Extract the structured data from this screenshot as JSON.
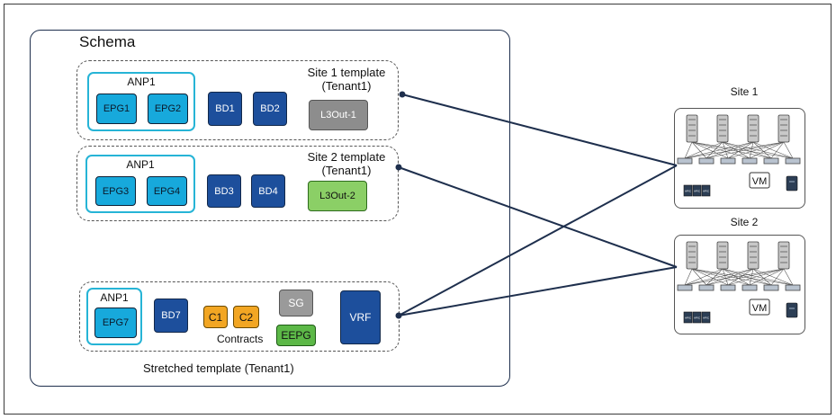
{
  "schema": {
    "title": "Schema",
    "templates": [
      {
        "title_line1": "Site 1 template",
        "title_line2": "(Tenant1)",
        "anp": "ANP1",
        "epgs": [
          "EPG1",
          "EPG2"
        ],
        "bds": [
          "BD1",
          "BD2"
        ],
        "l3out": "L3Out-1"
      },
      {
        "title_line1": "Site 2 template",
        "title_line2": "(Tenant1)",
        "anp": "ANP1",
        "epgs": [
          "EPG3",
          "EPG4"
        ],
        "bds": [
          "BD3",
          "BD4"
        ],
        "l3out": "L3Out-2"
      }
    ],
    "stretched": {
      "title": "Stretched template (Tenant1)",
      "anp": "ANP1",
      "epg": "EPG7",
      "bd": "BD7",
      "contracts": [
        "C1",
        "C2"
      ],
      "contracts_label": "Contracts",
      "sg": "SG",
      "eepg": "EEPG",
      "vrf": "VRF"
    }
  },
  "sites": [
    {
      "title": "Site 1",
      "vm_label": "VM",
      "apic_label": "APIC"
    },
    {
      "title": "Site 2",
      "vm_label": "VM",
      "apic_label": "APIC"
    }
  ],
  "colors": {
    "anp_border": "#26b4d6",
    "epg": "#17a9dc",
    "bd": "#1d4f9c",
    "l3out_1": "#8d8d8d",
    "l3out_2": "#8bcf66",
    "contract": "#f2a623",
    "eepg": "#5cb847",
    "link": "#1e2f4d"
  }
}
